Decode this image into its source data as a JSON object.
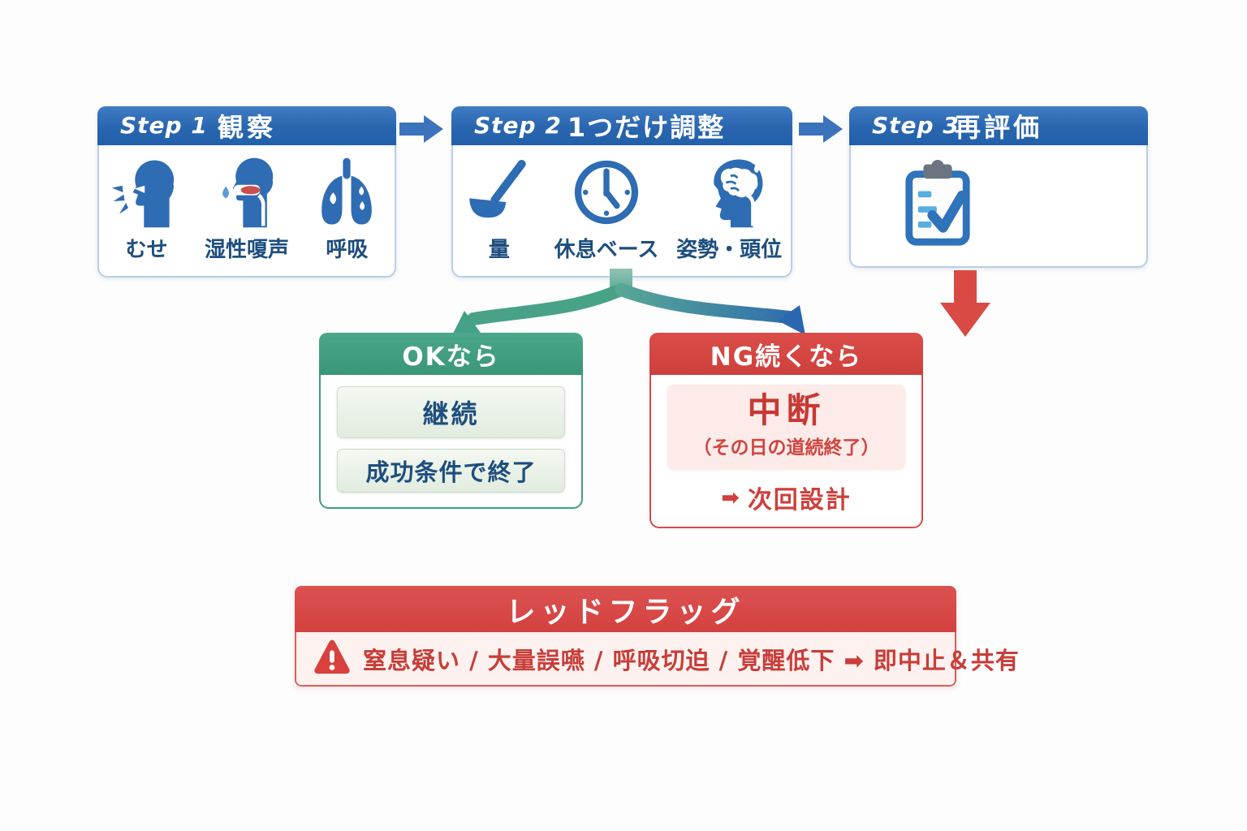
{
  "palette": {
    "step_blue": "#2e6cb3",
    "arrow_blue": "#3b74bc",
    "ok_green": "#3f9e84",
    "ng_red": "#d8453f",
    "flag_red": "#d4413f",
    "navy_text": "#1d4e7e",
    "red_text": "#c93d39"
  },
  "steps": [
    {
      "label": "Step 1",
      "title": "観察",
      "items": [
        {
          "icon": "coughing-person-icon",
          "label": "むせ"
        },
        {
          "icon": "throat-aspiration-icon",
          "label": "湿性嗄声"
        },
        {
          "icon": "lungs-icon",
          "label": "呼吸"
        }
      ]
    },
    {
      "label": "Step 2",
      "title": "1つだけ調整",
      "items": [
        {
          "icon": "ladle-icon",
          "label": "量"
        },
        {
          "icon": "clock-icon",
          "label": "休息ベース"
        },
        {
          "icon": "head-posture-icon",
          "label": "姿勢・頭位"
        }
      ]
    },
    {
      "label": "Step 3",
      "title": "再評価",
      "items": [
        {
          "icon": "clipboard-check-icon",
          "label": ""
        }
      ]
    }
  ],
  "ok_branch": {
    "title": "OKなら",
    "items": [
      {
        "label": "継続"
      },
      {
        "label": "成功条件で終了"
      }
    ]
  },
  "ng_branch": {
    "title": "NG続くなら",
    "main": "中断",
    "note": "（その日の道続終了）",
    "action_arrow": "➡",
    "action": "次回設計"
  },
  "red_flag": {
    "title": "レッドフラッグ",
    "message": "窒息疑い / 大量誤嚥 / 呼吸切迫 / 覚醒低下 ➡ 即中止＆共有"
  }
}
